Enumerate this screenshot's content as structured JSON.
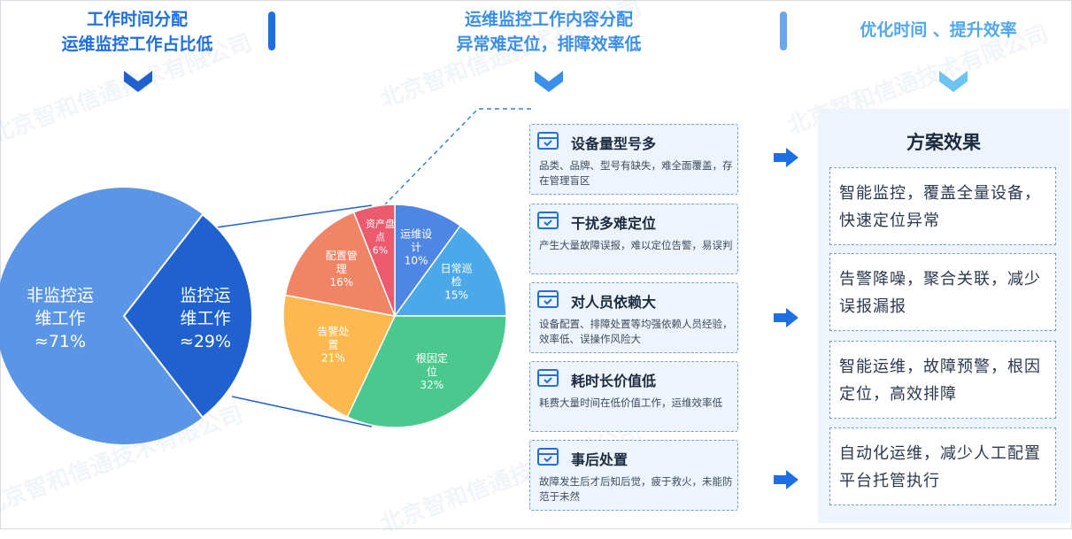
{
  "headers": {
    "h1": {
      "line1": "工作时间分配",
      "line2": "运维监控工作占比低"
    },
    "h2": {
      "line1": "运维监控工作内容分配",
      "line2": "异常难定位，排障效率低"
    },
    "h3": {
      "line1": "优化时间 、提升效率"
    }
  },
  "colors": {
    "dark_blue": "#1f6fe0",
    "mid_blue": "#3c8fe8",
    "light_blue": "#52a8ee",
    "card_bg": "#eef4fd"
  },
  "watermark": "北京智和信通技术有限公司",
  "big_chart": {
    "type": "pie",
    "slices": [
      {
        "label_l1": "非监控运",
        "label_l2": "维工作",
        "label_l3": "≈71%",
        "value": 71,
        "color": "#5b96e6"
      },
      {
        "label_l1": "监控运",
        "label_l2": "维工作",
        "label_l3": "≈29%",
        "value": 29,
        "color": "#1f62cf"
      }
    ]
  },
  "chart_data": {
    "type": "pie",
    "slices": [
      {
        "label": "运维设计",
        "lines": [
          "运维设",
          "计"
        ],
        "value": 10,
        "pct": "10%",
        "color": "#4f86e6"
      },
      {
        "label": "日常巡检",
        "lines": [
          "日常巡",
          "检"
        ],
        "value": 15,
        "pct": "15%",
        "color": "#4ba9ea"
      },
      {
        "label": "根因定位",
        "lines": [
          "根因定",
          "位"
        ],
        "value": 32,
        "pct": "32%",
        "color": "#4bc88e"
      },
      {
        "label": "告警处置",
        "lines": [
          "告警处",
          "置"
        ],
        "value": 21,
        "pct": "21%",
        "color": "#fdb94f"
      },
      {
        "label": "配置管理",
        "lines": [
          "配置管",
          "理"
        ],
        "value": 16,
        "pct": "16%",
        "color": "#f08465"
      },
      {
        "label": "资产盘点",
        "lines": [
          "资产盘",
          "点"
        ],
        "value": 6,
        "pct": "6%",
        "color": "#ec5a6e"
      }
    ]
  },
  "cards": [
    {
      "title": "设备量型号多",
      "desc": "品类、品牌、型号有缺失，难全面覆盖，存在管理盲区",
      "icon": "inbox-icon"
    },
    {
      "title": "干扰多难定位",
      "desc": "产生大量故障误报，难以定位告警，易误判",
      "icon": "inbox-icon"
    },
    {
      "title": "对人员依赖大",
      "desc": "设备配置、排障处置等均强依赖人员经验，效率低、误操作风险大",
      "icon": "inbox-icon"
    },
    {
      "title": "耗时长价值低",
      "desc": "耗费大量时间在低价值工作，运维效率低",
      "icon": "inbox-icon"
    },
    {
      "title": "事后处置",
      "desc": "故障发生后才后知后觉，疲于救火，未能防范于未然",
      "icon": "inbox-icon"
    }
  ],
  "panel": {
    "title": "方案效果",
    "items": [
      "智能监控，覆盖全量设备，快速定位异常",
      "告警降噪，聚合关联，减少误报漏报",
      "智能运维，故障预警，根因定位，高效排障",
      "自动化运维，减少人工配置平台托管执行"
    ]
  }
}
